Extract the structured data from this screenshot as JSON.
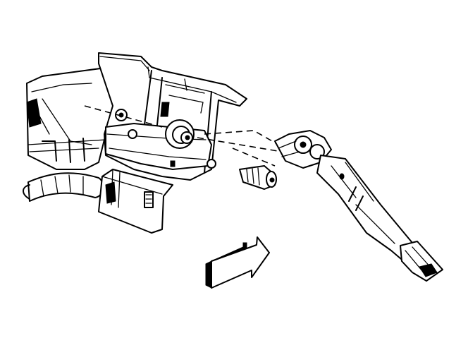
{
  "diagram": {
    "components": [
      {
        "id": "column-bracket",
        "icon": "steering-column-bracket"
      },
      {
        "id": "wiring-harness",
        "icon": "wire-harness"
      },
      {
        "id": "connector",
        "icon": "electrical-connector"
      },
      {
        "id": "pinch-bolt",
        "icon": "bolt"
      },
      {
        "id": "intermediate-shaft",
        "icon": "intermediate-shaft"
      },
      {
        "id": "direction-arrow",
        "icon": "arrow"
      }
    ],
    "colors": {
      "line": "#000000",
      "background": "#ffffff"
    }
  }
}
